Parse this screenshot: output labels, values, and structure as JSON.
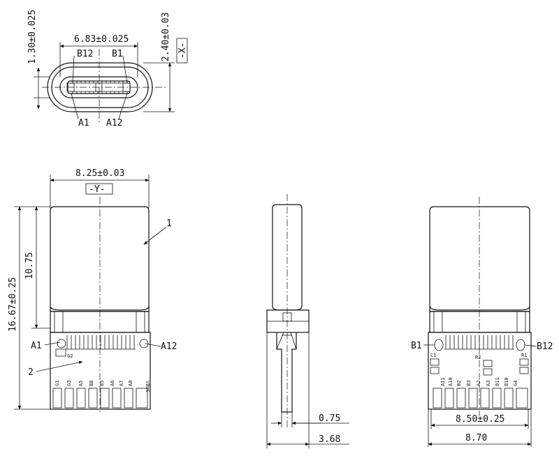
{
  "top_view": {
    "dim_height": "1.30±0.025",
    "dim_width": "6.83±0.025",
    "dim_outer_height": "2.40±0.03",
    "datum": "-X-",
    "pin_b12": "B12",
    "pin_b1": "B1",
    "pin_a1": "A1",
    "pin_a12": "A12"
  },
  "front_view": {
    "dim_width": "8.25±0.03",
    "datum": "-Y-",
    "dim_shell_length": "10.75",
    "dim_total_length": "16.67±0.25",
    "callout_1": "1",
    "callout_2": "2",
    "pin_a1": "A1",
    "pin_a12": "A12",
    "pad_labels": [
      "G1",
      "G3",
      "A5",
      "B8",
      "B5",
      "A6",
      "A7",
      "A8",
      "VBUS"
    ],
    "ground_label": "G2"
  },
  "side_view": {
    "dim_thickness": "0.75",
    "dim_depth": "3.68"
  },
  "back_view": {
    "pin_b1": "B1",
    "pin_b12": "B12",
    "dim_inner": "8.50±0.25",
    "dim_outer": "8.70",
    "pad_labels": [
      "A11",
      "A10",
      "B2",
      "B3",
      "A2",
      "A3",
      "B11",
      "B10",
      "G4"
    ],
    "c1_label": "C1",
    "r1_label": "R1",
    "r2_label": "R2"
  }
}
